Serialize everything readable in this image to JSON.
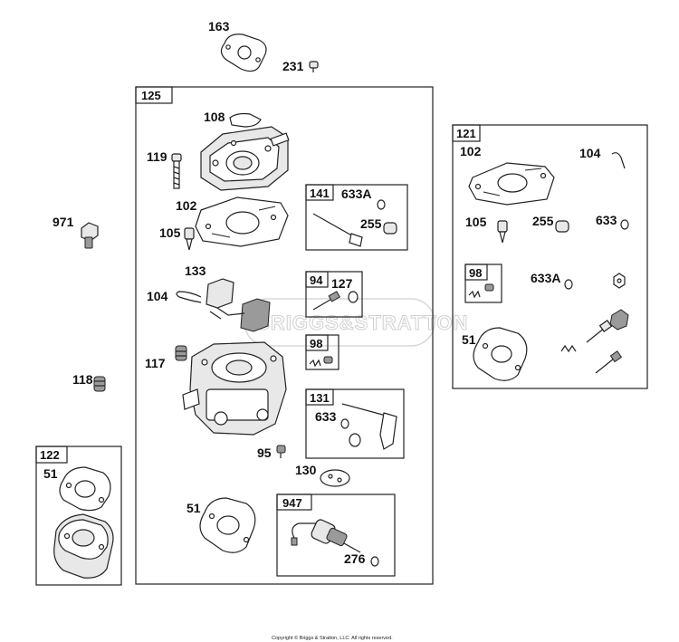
{
  "labels": {
    "p163": "163",
    "p231": "231",
    "p971": "971",
    "p118": "118",
    "g125": "125",
    "p108": "108",
    "p119": "119",
    "p102a": "102",
    "p105a": "105",
    "p133": "133",
    "p104a": "104",
    "p117": "117",
    "p95": "95",
    "p130": "130",
    "p51a": "51",
    "g141": "141",
    "p633Aa": "633A",
    "p255a": "255",
    "g94": "94",
    "p127": "127",
    "g98a": "98",
    "g131": "131",
    "p633a": "633",
    "g947": "947",
    "p276": "276",
    "g121": "121",
    "p102b": "102",
    "p104b": "104",
    "p105b": "105",
    "p255b": "255",
    "p633b": "633",
    "g98b": "98",
    "p633Ab": "633A",
    "p51b": "51",
    "g122": "122",
    "p51c": "51"
  },
  "watermark": "BRIGGS&STRATTON",
  "copyright": "Copyright © Briggs & Stratton, LLC. All rights reserved."
}
